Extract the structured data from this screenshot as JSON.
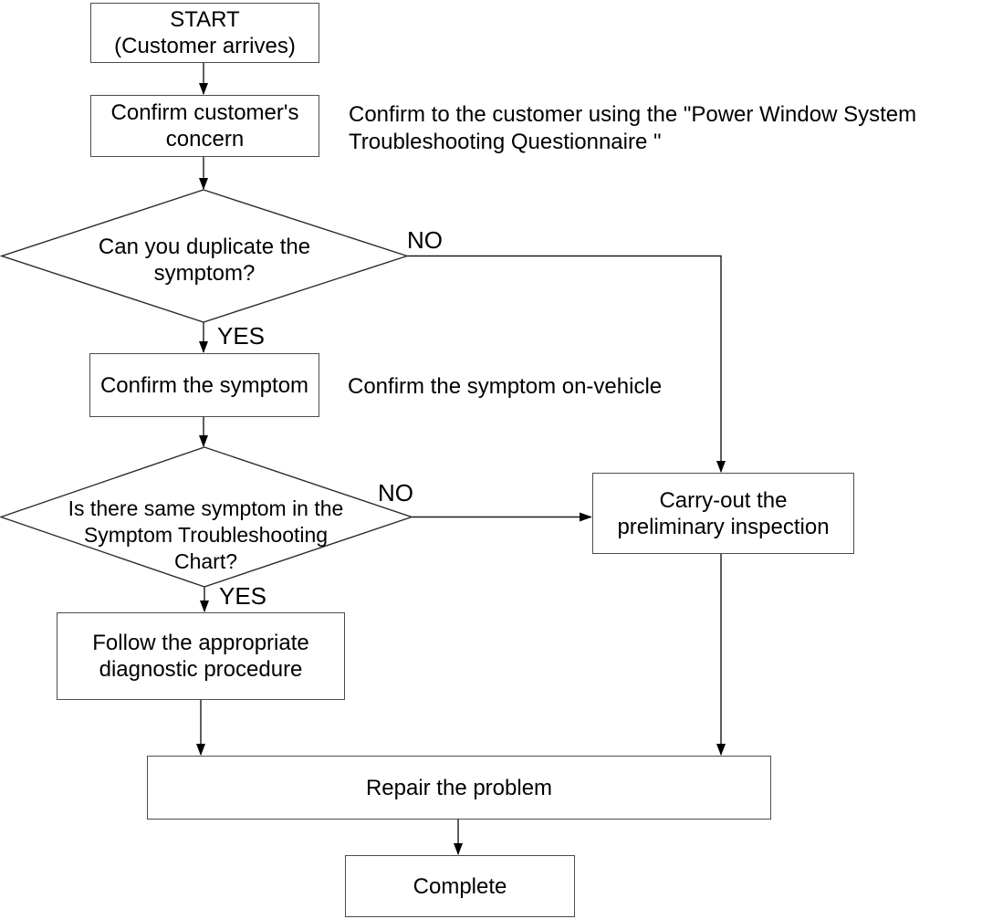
{
  "diagram": {
    "type": "flowchart",
    "nodes": {
      "start": {
        "label": "START\n(Customer arrives)"
      },
      "confirm_concern": {
        "label": "Confirm customer's\nconcern"
      },
      "duplicate_symptom": {
        "label": "Can you duplicate the\nsymptom?"
      },
      "confirm_symptom": {
        "label": "Confirm the symptom"
      },
      "same_symptom": {
        "label": "Is there same symptom in the\nSymptom Troubleshooting\nChart?"
      },
      "carry_out": {
        "label": "Carry-out the\npreliminary inspection"
      },
      "follow_procedure": {
        "label": "Follow the appropriate\ndiagnostic procedure"
      },
      "repair": {
        "label": "Repair the problem"
      },
      "complete": {
        "label": "Complete"
      }
    },
    "branch_labels": {
      "duplicate_no": "NO",
      "duplicate_yes": "YES",
      "same_no": "NO",
      "same_yes": "YES"
    },
    "annotations": {
      "questionnaire_note": "Confirm to the customer using the \"Power Window System\nTroubleshooting Questionnaire \"",
      "on_vehicle_note": "Confirm the symptom on-vehicle"
    },
    "colors": {
      "background": "#ffffff",
      "line": "#1a1a1a",
      "box_border": "#4c4c4c",
      "text": "#000000"
    }
  }
}
